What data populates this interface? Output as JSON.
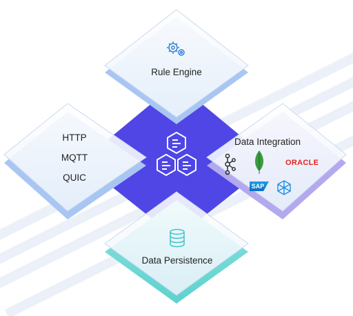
{
  "center": {
    "icon": "hexagon-message-icon"
  },
  "rule_engine": {
    "label": "Rule Engine",
    "icon": "gears-icon"
  },
  "protocols": {
    "items": [
      "HTTP",
      "MQTT",
      "QUIC"
    ]
  },
  "data_integration": {
    "label": "Data Integration",
    "logos": [
      {
        "name": "kafka-logo",
        "text": ""
      },
      {
        "name": "mongodb-logo",
        "text": ""
      },
      {
        "name": "oracle-logo",
        "text": "ORACLE"
      },
      {
        "name": "sap-logo",
        "text": "SAP"
      },
      {
        "name": "network-logo",
        "text": ""
      }
    ]
  },
  "data_persistence": {
    "label": "Data Persistence",
    "icon": "database-icon"
  },
  "colors": {
    "center": "#4f46e5",
    "card_fill": "#f3f8fd",
    "card_border": "#c9d8ee",
    "shadow_blue": "#a9c6f2",
    "shadow_purple": "#b3a9ee",
    "shadow_teal": "#8fe0de",
    "accent_teal": "#3fc3c8",
    "oracle_red": "#e3231b",
    "mongodb_green": "#3a9b3e",
    "sap_blue": "#1a8fde"
  }
}
